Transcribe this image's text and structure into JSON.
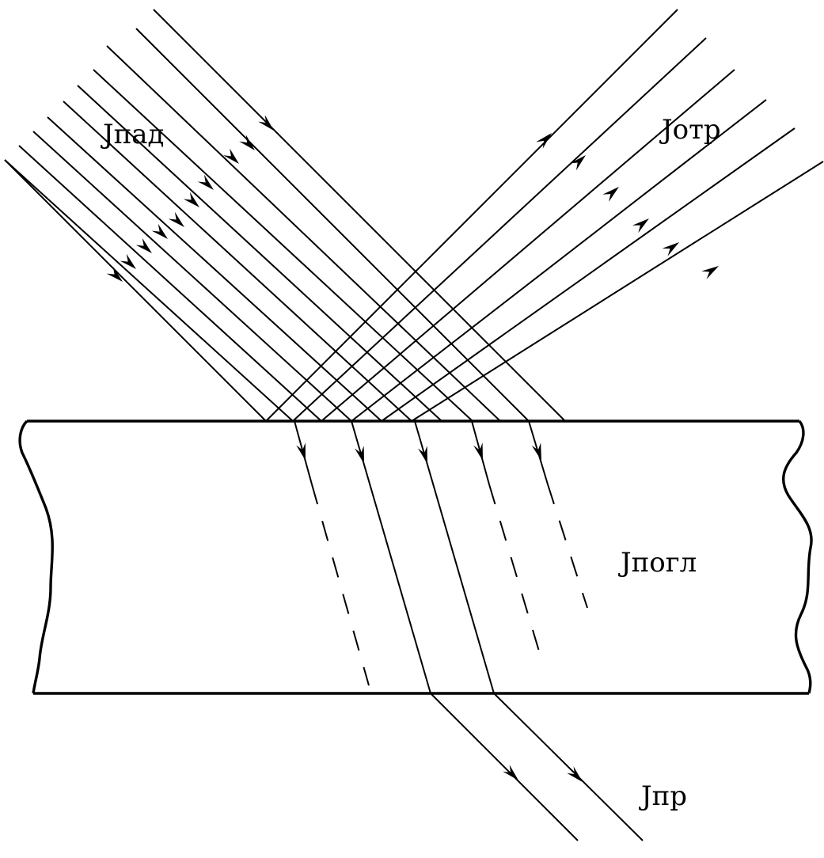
{
  "labels": {
    "incident": "Jпад",
    "reflected": "Jотр",
    "absorbed": "Jпогл",
    "transmitted": "Jпр"
  },
  "colors": {
    "ink": "#000000",
    "background": "#ffffff"
  }
}
